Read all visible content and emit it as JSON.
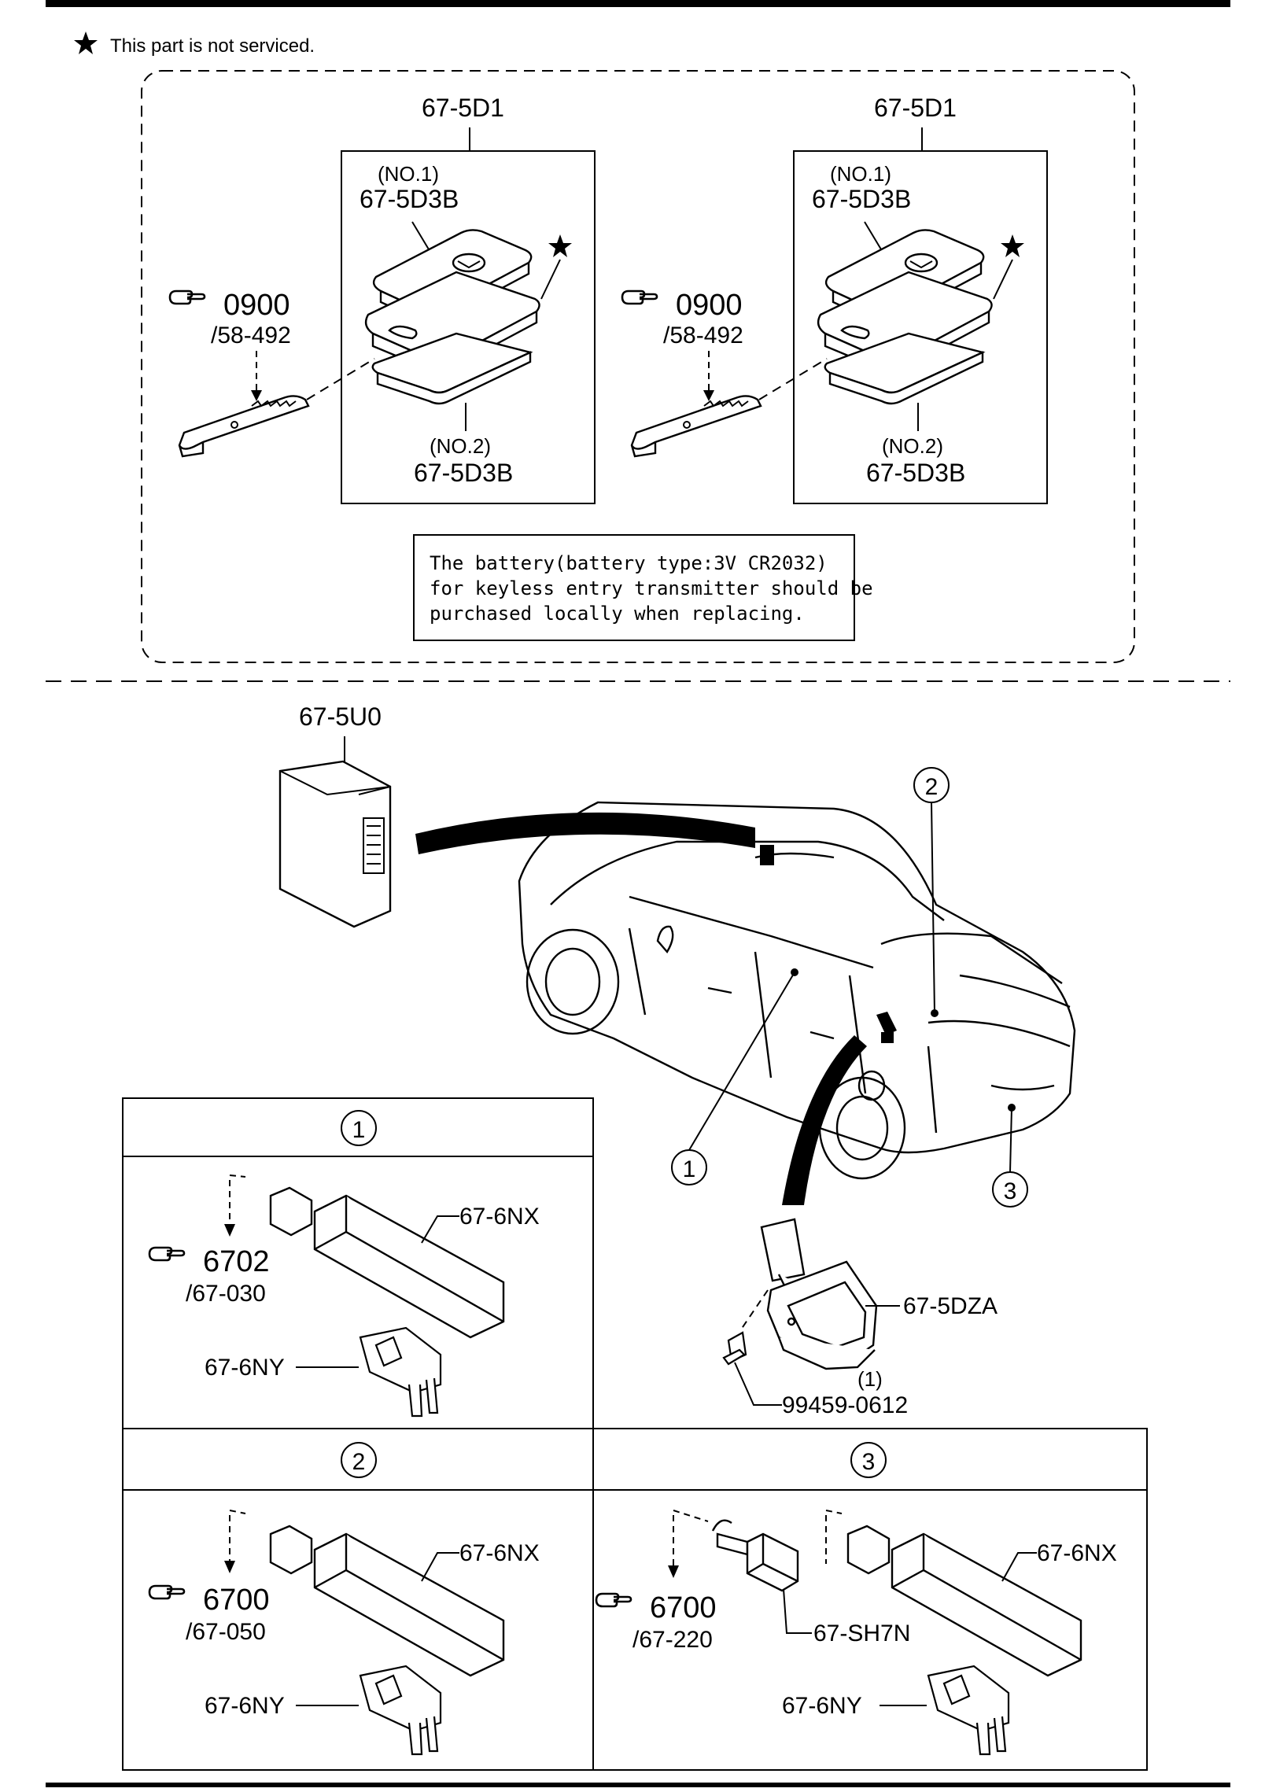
{
  "header": {
    "legend_text": "This part is not serviced."
  },
  "top": {
    "left_group": {
      "assembly": "67-5D1",
      "upper_note": "(NO.1)",
      "upper_part": "67-5D3B",
      "lower_note": "(NO.2)",
      "lower_part": "67-5D3B",
      "ref_number": "0900",
      "ref_page": "/58-492"
    },
    "right_group": {
      "assembly": "67-5D1",
      "upper_note": "(NO.1)",
      "upper_part": "67-5D3B",
      "lower_note": "(NO.2)",
      "lower_part": "67-5D3B",
      "ref_number": "0900",
      "ref_page": "/58-492"
    },
    "battery_note": [
      "The battery(battery type:3V CR2032)",
      "for keyless entry transmitter should be",
      "purchased locally when replacing."
    ]
  },
  "vehicle": {
    "control_unit": "67-5U0",
    "callout_1": "1",
    "callout_2": "2",
    "callout_3": "3",
    "antenna_unit": "67-5DZA",
    "bolt": "99459-0612",
    "bolt_qty": "(1)"
  },
  "detail_1": {
    "callout": "1",
    "antenna": "67-6NX",
    "bracket": "67-6NY",
    "ref_number": "6702",
    "ref_page": "/67-030"
  },
  "detail_2": {
    "callout": "2",
    "antenna": "67-6NX",
    "bracket": "67-6NY",
    "ref_number": "6700",
    "ref_page": "/67-050"
  },
  "detail_3": {
    "callout": "3",
    "antenna": "67-6NX",
    "bracket": "67-6NY",
    "connector": "67-SH7N",
    "ref_number": "6700",
    "ref_page": "/67-220"
  }
}
